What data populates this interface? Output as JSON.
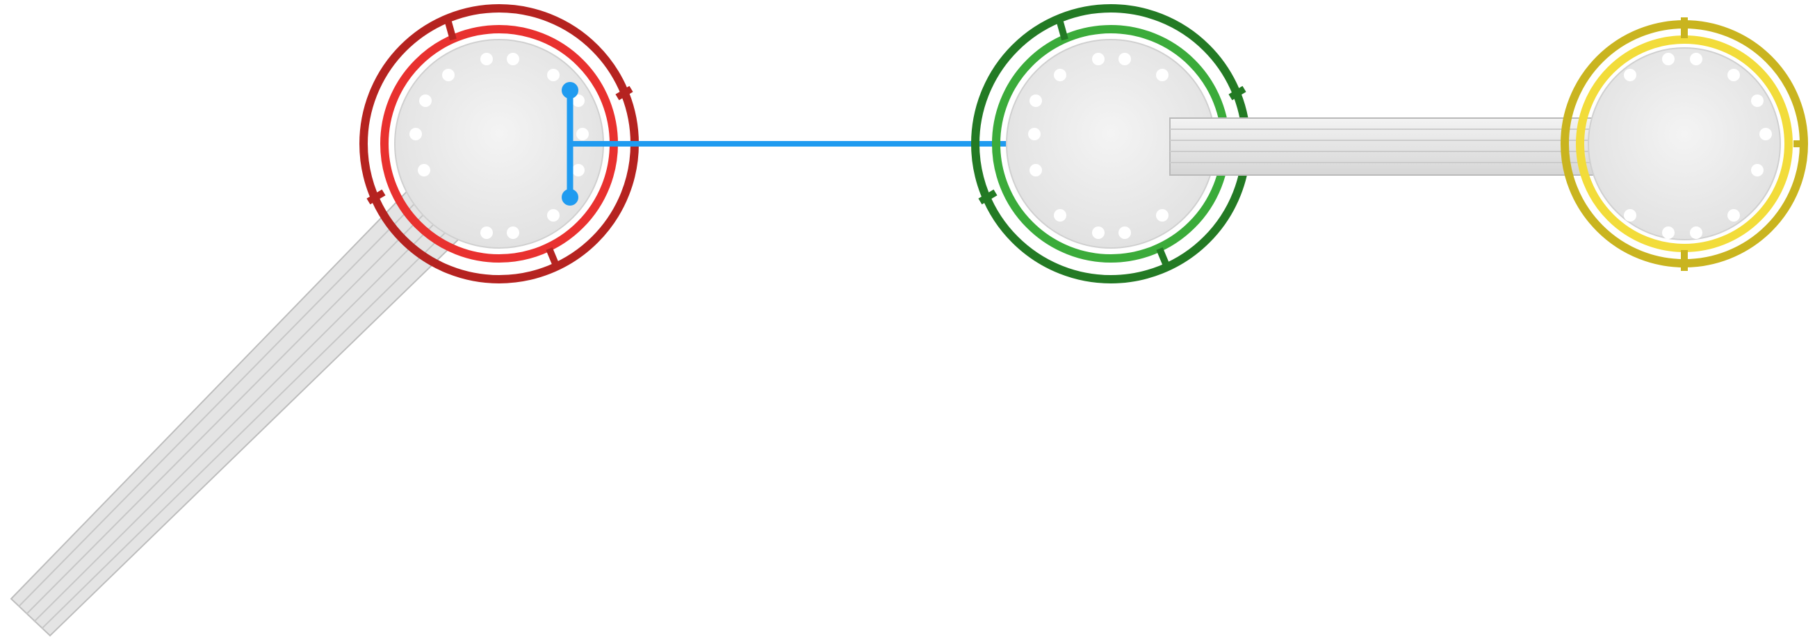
{
  "scene": {
    "type": "playground-equipment-top-view",
    "background": "#ffffff",
    "platforms": [
      {
        "id": "red",
        "ring_color": "#e8312f",
        "ring_dark": "#b52320"
      },
      {
        "id": "green",
        "ring_color": "#3bab3a",
        "ring_dark": "#237a24"
      },
      {
        "id": "yellow",
        "ring_color": "#f2dc3a",
        "ring_dark": "#c9b41f"
      }
    ],
    "deck_color": "#ebebeb",
    "bridge_color": "#e2e2e2",
    "rope_bridge_color": "#1f9bf0"
  }
}
